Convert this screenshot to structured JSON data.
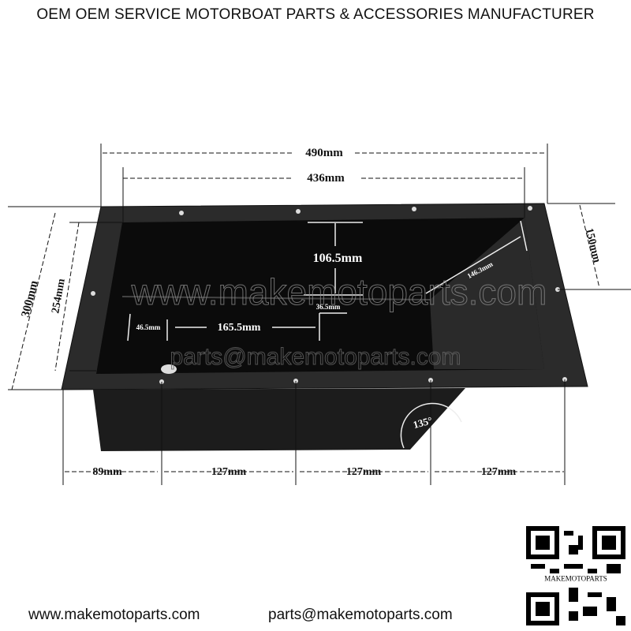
{
  "header": {
    "title": "OEM OEM SERVICE MOTORBOAT PARTS & ACCESSORIES MANUFACTURER"
  },
  "dimensions": {
    "overall_width": "490mm",
    "inner_width": "436mm",
    "overall_depth": "300mm",
    "inner_depth": "254mm",
    "height": "150mm",
    "step_height": "106.5mm",
    "step_offset": "36.5mm",
    "left_step": "46.5mm",
    "step_length": "165.5mm",
    "slope_length": "146.3mm",
    "angle": "135°",
    "hole_offset": "89mm",
    "hole_spacing_1": "127mm",
    "hole_spacing_2": "127mm",
    "hole_spacing_3": "127mm"
  },
  "watermark": {
    "url": "www.makemotoparts.com",
    "email": "parts@makemotoparts.com"
  },
  "qr": {
    "label": "MAKEMOTOPARTS"
  },
  "footer": {
    "website": "www.makemotoparts.com",
    "email": "parts@makemotoparts.com"
  }
}
